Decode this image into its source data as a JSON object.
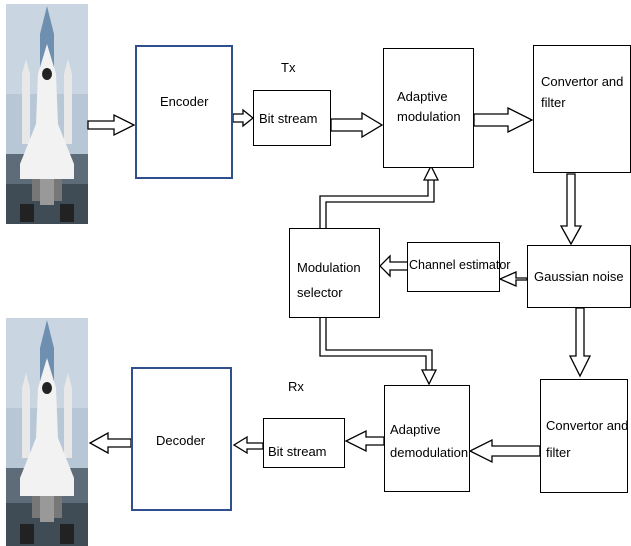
{
  "colors": {
    "block_border": "#000000",
    "io_border": "#2f4f8f",
    "sky_dark": "#4b5a66",
    "sky_light": "#b7c7d6",
    "shuttle_white": "#f2f2f2"
  },
  "tx": {
    "label": "Tx",
    "encoder": "Encoder",
    "bit_stream": "Bit stream",
    "adaptive_modulation": [
      "Adaptive",
      "modulation"
    ],
    "convertor_filter": [
      "Convertor and",
      "filter"
    ]
  },
  "channel": {
    "gaussian_noise": "Gaussian noise",
    "channel_estimator": "Channel estimator",
    "modulation_selector": [
      "Modulation",
      "selector"
    ]
  },
  "rx": {
    "label": "Rx",
    "decoder": "Decoder",
    "bit_stream": "Bit stream",
    "adaptive_demodulation": [
      "Adaptive",
      "demodulation"
    ],
    "convertor_filter": [
      "Convertor and",
      "filter"
    ]
  },
  "icons": {
    "source": "space-shuttle-icon",
    "sink": "space-shuttle-icon"
  }
}
